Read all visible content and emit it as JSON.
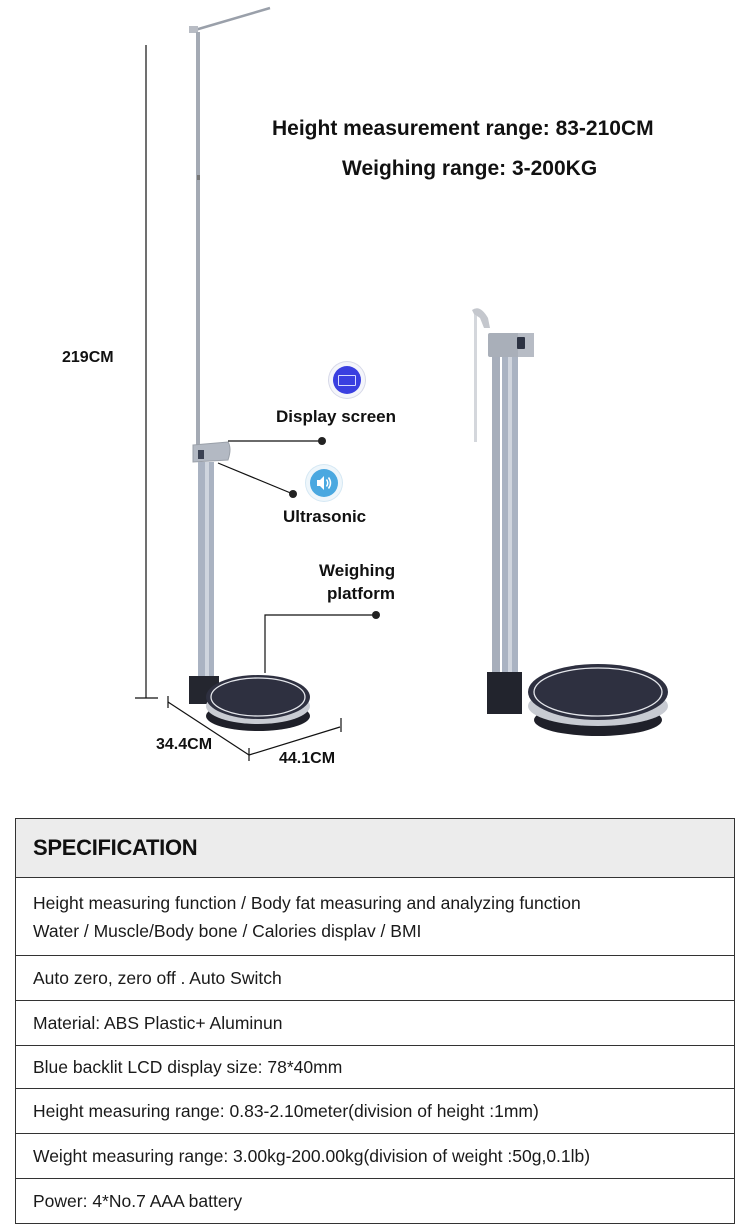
{
  "headline": {
    "height_range": "Height measurement range: 83-210CM",
    "weighing_range": "Weighing range: 3-200KG"
  },
  "diagram": {
    "total_height": "219CM",
    "depth": "34.4CM",
    "width": "44.1CM",
    "callouts": {
      "display": {
        "label": "Display screen",
        "icon": "lcd-display-icon"
      },
      "ultrasonic": {
        "label": "Ultrasonic",
        "icon": "speaker-sound-icon"
      },
      "platform": {
        "line1": "Weighing",
        "line2": "platform"
      }
    }
  },
  "colors": {
    "lcd_blue": "#3a3fe0",
    "ultrasonic_blue": "#4aa8e0",
    "pole_gray": "#a9b1bf",
    "platform_dark": "#2b2d3a",
    "header_bg": "#ececec"
  },
  "spec": {
    "title": "SPECIFICATION",
    "rows": [
      {
        "lines": [
          "Height measuring function / Body fat measuring and analyzing function",
          "Water / Muscle/Body bone / Calories displav / BMI"
        ]
      },
      {
        "lines": [
          "Auto zero, zero off . Auto Switch"
        ]
      },
      {
        "lines": [
          "Material: ABS Plastic+ Aluminun"
        ]
      },
      {
        "lines": [
          "Blue backlit LCD display size: 78*40mm"
        ]
      },
      {
        "lines": [
          "Height measuring range: 0.83-2.10meter(division of height :1mm)"
        ]
      },
      {
        "lines": [
          "Weight measuring range: 3.00kg-200.00kg(division of weight :50g,0.1lb)"
        ]
      },
      {
        "lines": [
          "Power: 4*No.7 AAA battery"
        ]
      }
    ]
  }
}
